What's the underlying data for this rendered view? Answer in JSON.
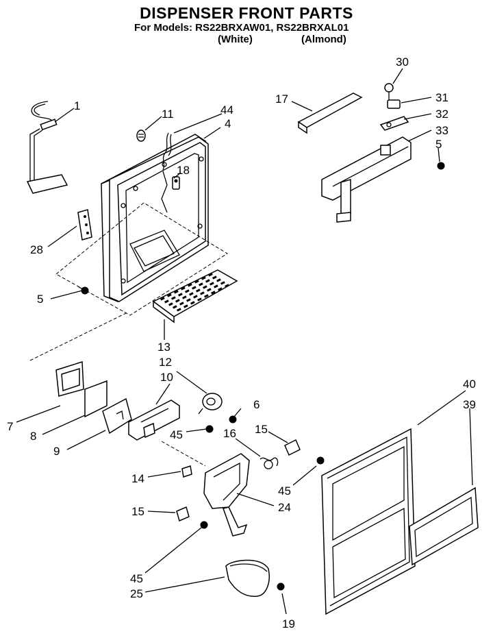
{
  "header": {
    "title": "DISPENSER FRONT PARTS",
    "models_line": "For Models: RS22BRXAW01, RS22BRXAL01",
    "variant_white": "(White)",
    "variant_almond": "(Almond)"
  },
  "callouts": {
    "c1": "1",
    "c4": "4",
    "c5a": "5",
    "c5b": "5",
    "c6": "6",
    "c7": "7",
    "c8": "8",
    "c9": "9",
    "c10": "10",
    "c11": "11",
    "c12": "12",
    "c13": "13",
    "c14": "14",
    "c15a": "15",
    "c15b": "15",
    "c16": "16",
    "c17": "17",
    "c18": "18",
    "c19": "19",
    "c24": "24",
    "c25": "25",
    "c28": "28",
    "c30": "30",
    "c31": "31",
    "c32": "32",
    "c33": "33",
    "c39": "39",
    "c40": "40",
    "c44": "44",
    "c45a": "45",
    "c45b": "45",
    "c45c": "45"
  }
}
